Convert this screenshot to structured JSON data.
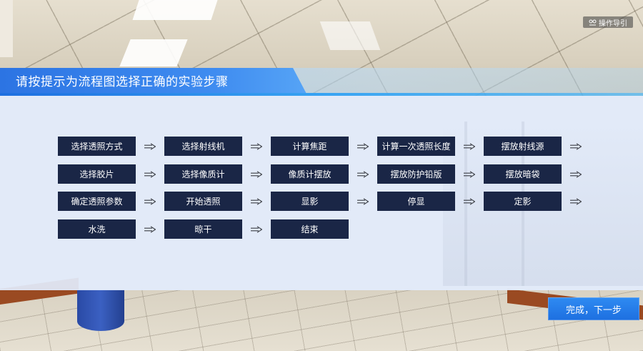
{
  "guide_button": {
    "label": "操作导引",
    "icon": "guide-icon"
  },
  "title": "请按提示为流程图选择正确的实验步骤",
  "steps": [
    [
      "选择透照方式",
      "选择射线机",
      "计算焦距",
      "计算一次透照长度",
      "摆放射线源"
    ],
    [
      "选择胶片",
      "选择像质计",
      "像质计摆放",
      "摆放防护铅版",
      "摆放暗袋"
    ],
    [
      "确定透照参数",
      "开始透照",
      "显影",
      "停显",
      "定影"
    ],
    [
      "水洗",
      "晾干",
      "结束"
    ]
  ],
  "finish_button": {
    "label": "完成，下一步"
  },
  "colors": {
    "accent": "#2c74e3",
    "step_box": "#1a2646",
    "panel": "#e2ecfc",
    "finish_button": "#1d6fe0"
  }
}
